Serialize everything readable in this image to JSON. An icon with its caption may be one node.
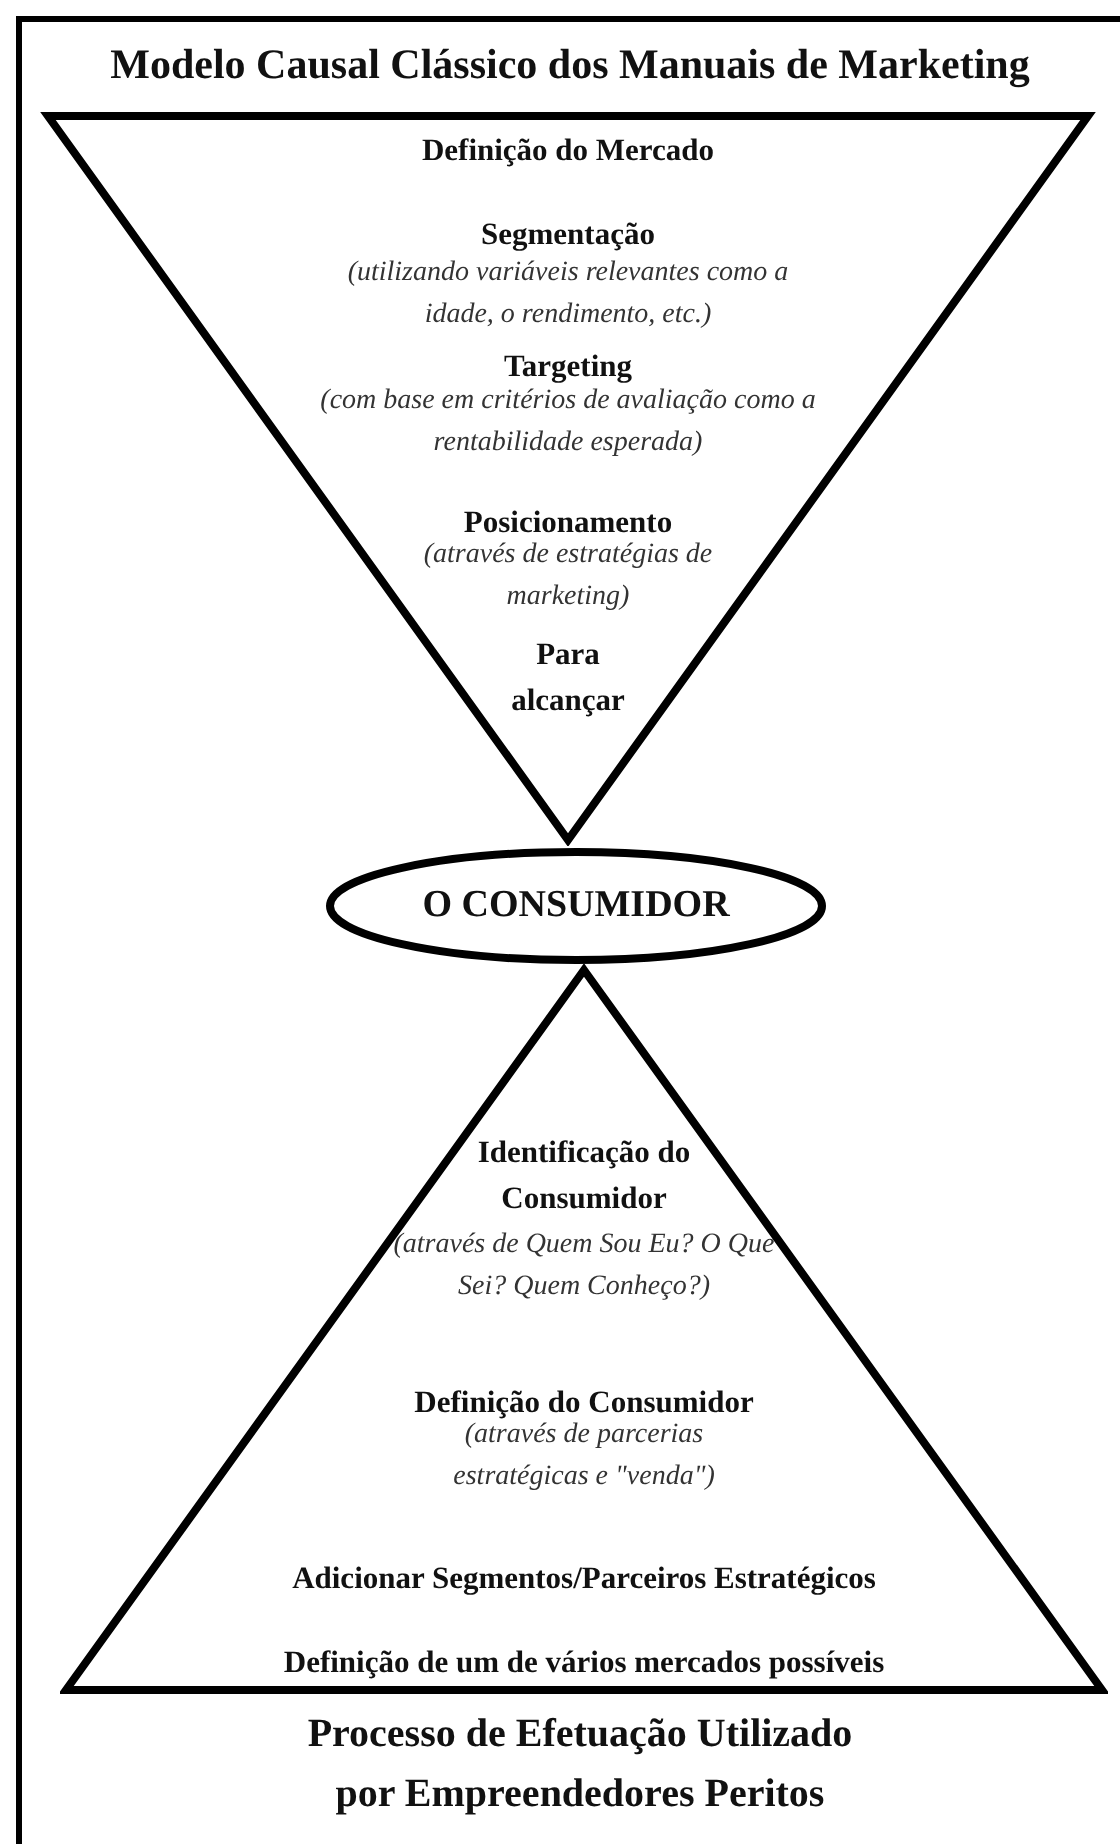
{
  "diagram": {
    "title": "Modelo Causal Clássico dos Manuais de Marketing",
    "caption": "Processo de Efetuação Utilizado por Empreendedores Peritos",
    "nodes": [
      {
        "text": [
          "Definição do Mercado",
          "Segmentação",
          "(utilizando variáveis relevantes como a idade, o rendimento, etc.)",
          "Targeting",
          "(com base em critérios de avaliação como a rentabilidade esperada)",
          "Posicionamento",
          "(através de estratégias de marketing)",
          "Para alcançar"
        ]
      },
      {
        "text": [
          "O CONSUMIDOR"
        ]
      },
      {
        "text": [
          "Identificação do Consumidor",
          "(através de Quem Sou Eu? O Que Sei? Quem Conheço?)",
          "Definição do Consumidor",
          "(através de parcerias estratégicas e \"venda\")",
          "Adicionar Segmentos/Parceiros Estratégicos",
          "Definição de um de vários mercados possíveis"
        ]
      }
    ],
    "edges": []
  }
}
